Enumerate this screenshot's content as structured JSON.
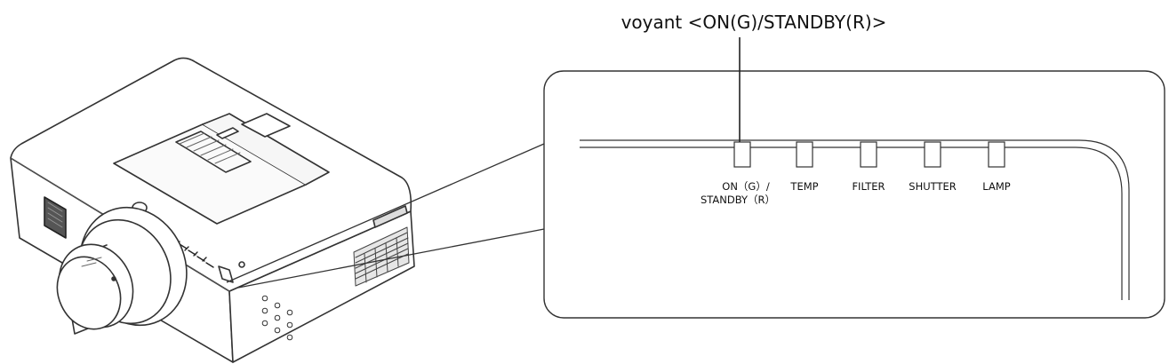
{
  "callout_label": "voyant <ON(G)/STANDBY(R)>",
  "indicators": [
    {
      "label_line1": "ON（G）/",
      "label_line2": "STANDBY（R）"
    },
    {
      "label_line1": "TEMP",
      "label_line2": ""
    },
    {
      "label_line1": "FILTER",
      "label_line2": ""
    },
    {
      "label_line1": "SHUTTER",
      "label_line2": ""
    },
    {
      "label_line1": "LAMP",
      "label_line2": ""
    }
  ]
}
